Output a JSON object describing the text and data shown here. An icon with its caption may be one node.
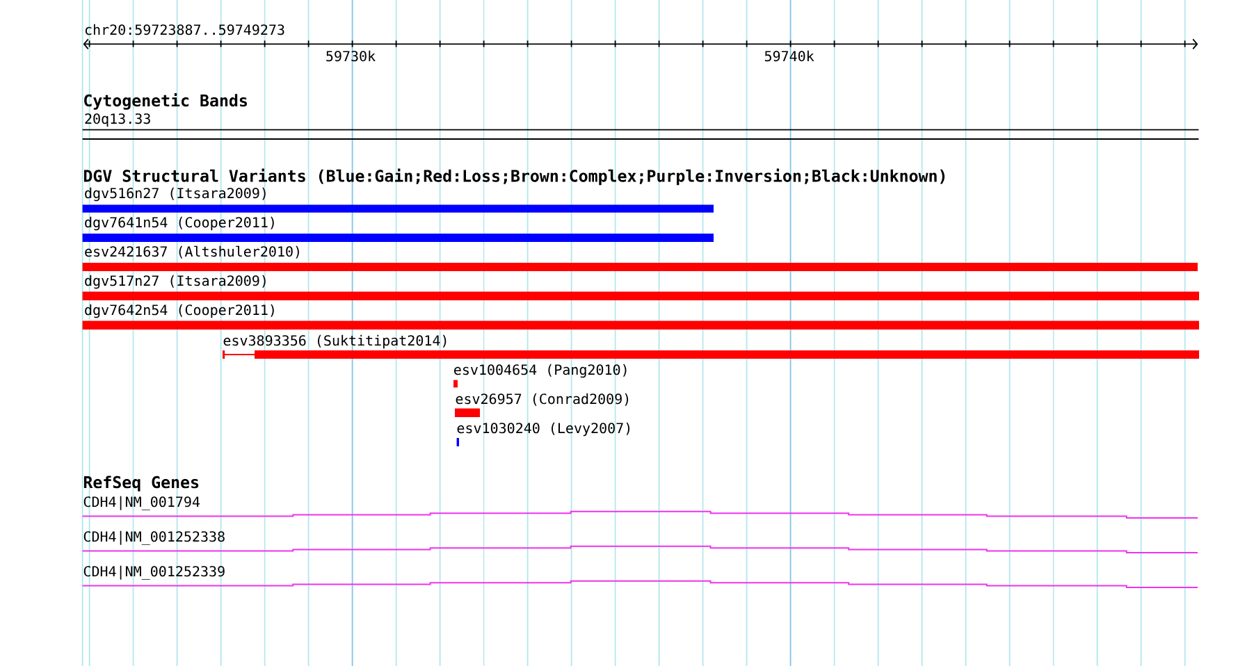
{
  "diagram": {
    "nodes": [
      {
        "text": [
          "20q13.33"
        ]
      },
      {
        "text": [
          "dgv516n27 (Itsara2009)"
        ]
      },
      {
        "text": [
          "dgv7641n54 (Cooper2011)"
        ]
      },
      {
        "text": [
          "esv2421637 (Altshuler2010)"
        ]
      },
      {
        "text": [
          "dgv517n27 (Itsara2009)"
        ]
      },
      {
        "text": [
          "dgv7642n54 (Cooper2011)"
        ]
      },
      {
        "text": [
          "esv3893356 (Suktitipat2014)"
        ]
      },
      {
        "text": [
          "esv1004654 (Pang2010)"
        ]
      },
      {
        "text": [
          "esv26957 (Conrad2009)"
        ]
      },
      {
        "text": [
          "esv1030240 (Levy2007)"
        ]
      },
      {
        "text": [
          "CDH4|NM_001794"
        ]
      },
      {
        "text": [
          "CDH4|NM_001252338"
        ]
      },
      {
        "text": [
          "CDH4|NM_001252339"
        ]
      }
    ],
    "labels": [
      "chr20:59723887..59749273",
      "59730k",
      "59740k",
      "Cytogenetic Bands",
      "DGV Structural Variants (Blue:Gain;Red:Loss;Brown:Complex;Purple:Inversion;Black:Unknown)",
      "RefSeq Genes"
    ]
  }
}
